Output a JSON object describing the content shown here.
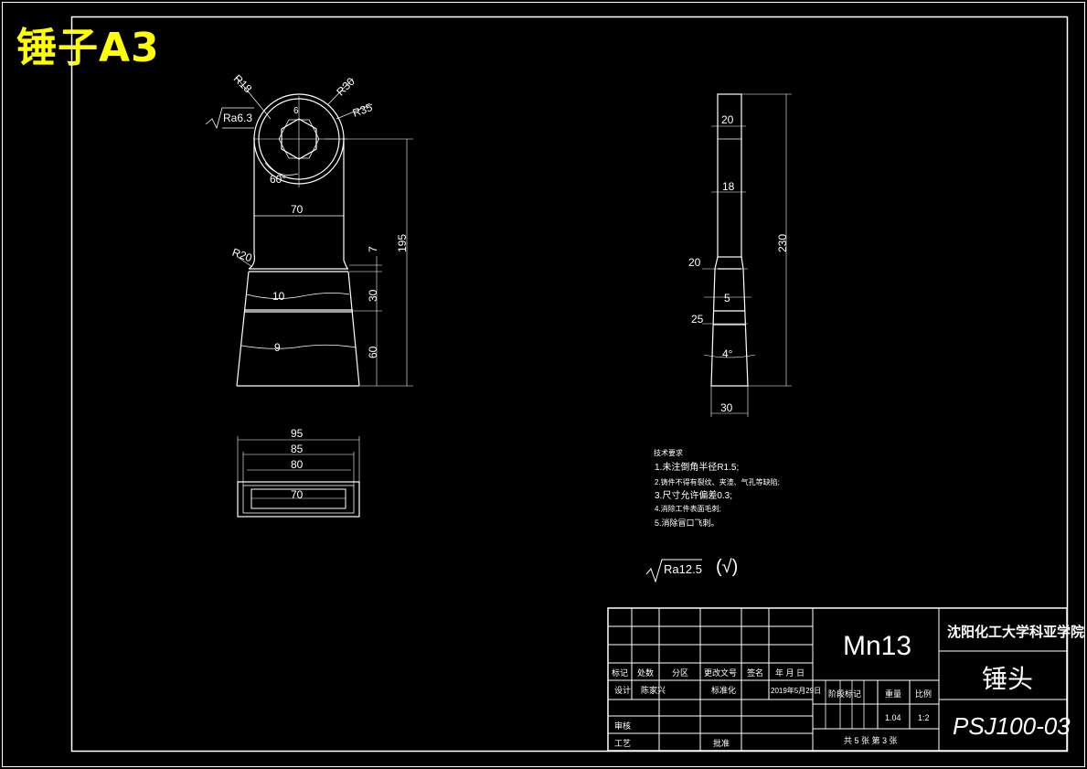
{
  "title": "锤子A3",
  "front_view": {
    "radius_labels": [
      "R18",
      "R30",
      "R35",
      "R20"
    ],
    "roughness_label": "Ra6.3",
    "angle_label": "60°",
    "small_dim": "6",
    "width_labels": [
      "70",
      "10",
      "9"
    ],
    "height_labels": [
      "7",
      "30",
      "60",
      "195"
    ]
  },
  "side_view": {
    "width_labels": [
      "20",
      "18",
      "20",
      "5",
      "25",
      "30"
    ],
    "angle_label": "4°",
    "height_label": "230"
  },
  "top_view": {
    "width_labels": [
      "95",
      "85",
      "80",
      "70"
    ]
  },
  "tech_requirements": {
    "heading": "技术要求",
    "items": [
      "1.未注倒角半径R1.5;",
      "2.铸件不得有裂纹、夹渣、气孔等缺陷;",
      "3.尺寸允许偏差0.3;",
      "4.消除工件表面毛刺;",
      "5.消除冒口飞刺。"
    ]
  },
  "surface_finish": {
    "label": "Ra12.5",
    "symbol": "(√)"
  },
  "title_block": {
    "material": "Mn13",
    "institution": "沈阳化工大学科亚学院",
    "part_name": "锤头",
    "drawing_no": "PSJ100-03",
    "header_row": [
      "标记",
      "处数",
      "分区",
      "更改文号",
      "签名",
      "年 月 日"
    ],
    "design_label": "设计",
    "designer": "陈家兴",
    "standardize_label": "标准化",
    "date": "2019年5月29日",
    "review_label": "审核",
    "process_label": "工艺",
    "approve_label": "批准",
    "stage_label": "阶段标记",
    "weight_label": "重量",
    "scale_label": "比例",
    "weight_value": "1.04",
    "scale_value": "1:2",
    "sheet_info": "共 5 张  第 3 张"
  }
}
